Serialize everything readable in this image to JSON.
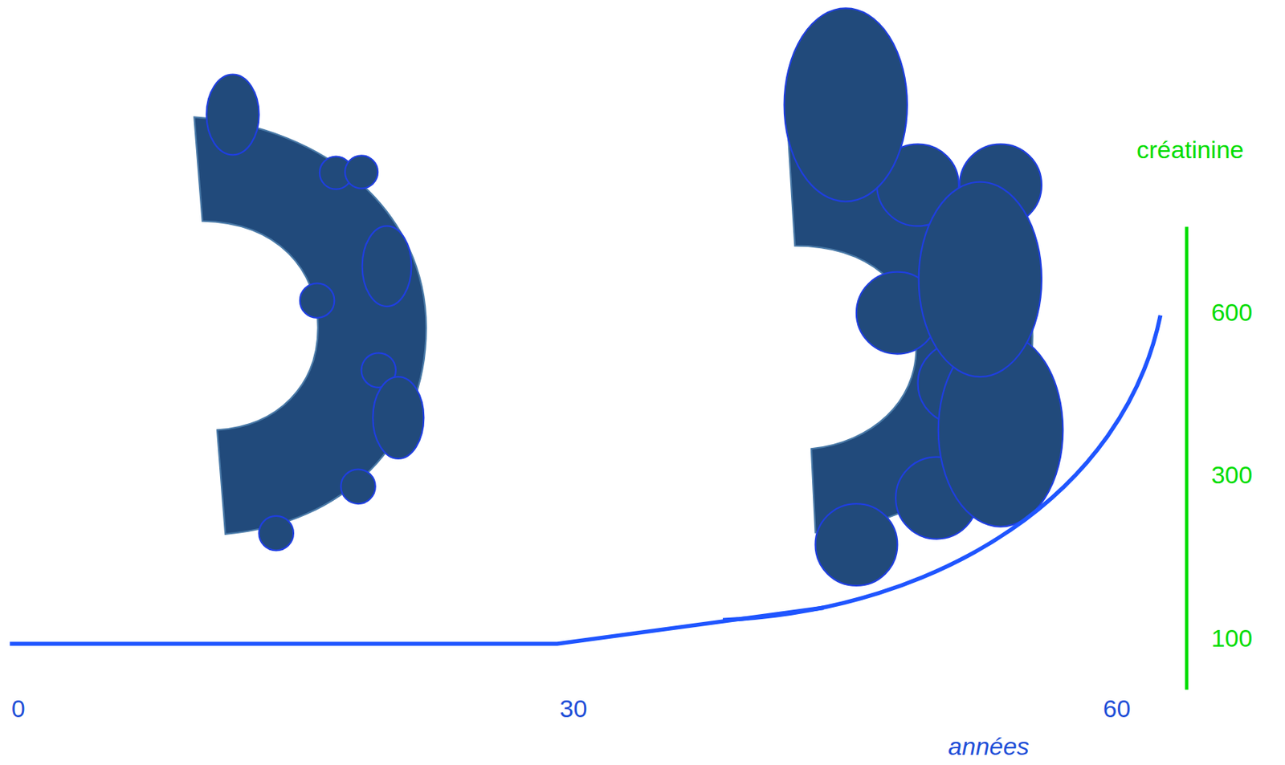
{
  "diagram": {
    "labels": [
      "créatinine",
      "600",
      "300",
      "100",
      "0",
      "30",
      "60",
      "années"
    ]
  }
}
